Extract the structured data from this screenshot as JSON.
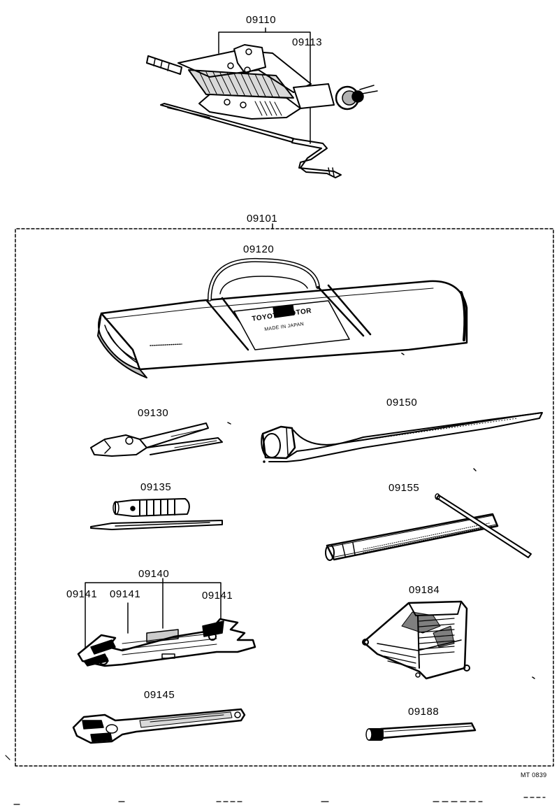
{
  "labels": {
    "jack_assembly": "09110",
    "jack_handle": "09113",
    "tool_set": "09101",
    "tool_bag": "09120",
    "pliers": "09130",
    "screwdriver": "09135",
    "wrench_set": "09140",
    "wrench_a": "09141",
    "wrench_b": "09141",
    "wrench_c": "09141",
    "adjustable_wrench": "09145",
    "lug_wrench": "09150",
    "plug_wrench": "09155",
    "wheel_chock": "09184",
    "extension_bar": "09188"
  },
  "bag": {
    "brand": "TOYOTA MOTOR",
    "subtext": "MADE IN JAPAN"
  },
  "figure_code": "MT 0839",
  "icons": [
    "scissor-jack-icon",
    "jack-handle-icon",
    "tool-bag-icon",
    "pliers-icon",
    "screwdriver-icon",
    "lug-wrench-icon",
    "plug-wrench-icon",
    "double-end-wrench-icon",
    "wheel-chock-icon",
    "adjustable-wrench-icon",
    "extension-bar-icon"
  ],
  "colors": {
    "ink": "#000000",
    "paper": "#ffffff"
  }
}
